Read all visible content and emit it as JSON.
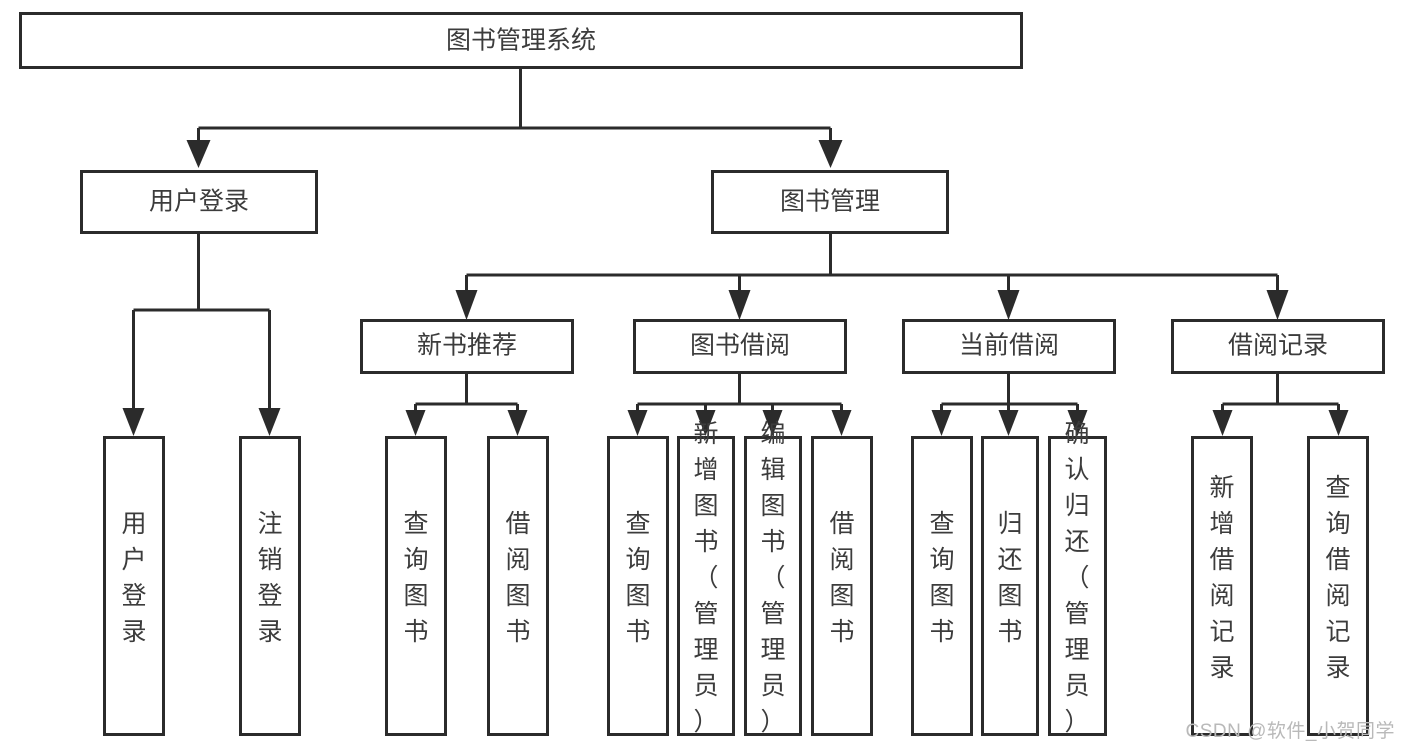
{
  "diagram": {
    "title": "图书管理系统",
    "type": "tree-hierarchy-chart",
    "root": {
      "id": "root",
      "label": "图书管理系统"
    },
    "level2": [
      {
        "id": "user-login",
        "label": "用户登录"
      },
      {
        "id": "book-manage",
        "label": "图书管理"
      }
    ],
    "level3": [
      {
        "id": "new-book-rec",
        "label": "新书推荐",
        "parent": "book-manage"
      },
      {
        "id": "book-borrow",
        "label": "图书借阅",
        "parent": "book-manage"
      },
      {
        "id": "current-borrow",
        "label": "当前借阅",
        "parent": "book-manage"
      },
      {
        "id": "borrow-record",
        "label": "借阅记录",
        "parent": "book-manage"
      }
    ],
    "leaves": [
      {
        "id": "leaf-user-login",
        "label": "用户登录",
        "parent": "user-login"
      },
      {
        "id": "leaf-logout",
        "label": "注销登录",
        "parent": "user-login"
      },
      {
        "id": "leaf-query-book-1",
        "label": "查询图书",
        "parent": "new-book-rec"
      },
      {
        "id": "leaf-borrow-book-1",
        "label": "借阅图书",
        "parent": "new-book-rec"
      },
      {
        "id": "leaf-query-book-2",
        "label": "查询图书",
        "parent": "book-borrow"
      },
      {
        "id": "leaf-add-book",
        "label": "新增图书（管理员）",
        "parent": "book-borrow"
      },
      {
        "id": "leaf-edit-book",
        "label": "编辑图书（管理员）",
        "parent": "book-borrow"
      },
      {
        "id": "leaf-borrow-book-2",
        "label": "借阅图书",
        "parent": "book-borrow"
      },
      {
        "id": "leaf-query-book-3",
        "label": "查询图书",
        "parent": "current-borrow"
      },
      {
        "id": "leaf-return-book",
        "label": "归还图书",
        "parent": "current-borrow"
      },
      {
        "id": "leaf-confirm-return",
        "label": "确认归还（管理员）",
        "parent": "current-borrow"
      },
      {
        "id": "leaf-add-record",
        "label": "新增借阅记录",
        "parent": "borrow-record"
      },
      {
        "id": "leaf-query-record",
        "label": "查询借阅记录",
        "parent": "borrow-record"
      }
    ]
  },
  "watermark": {
    "text": "CSDN @软件_小贺同学"
  },
  "colors": {
    "stroke": "#2b2b2b",
    "text": "#3c3c3c",
    "background": "#ffffff",
    "watermark": "#b9b9b9"
  }
}
